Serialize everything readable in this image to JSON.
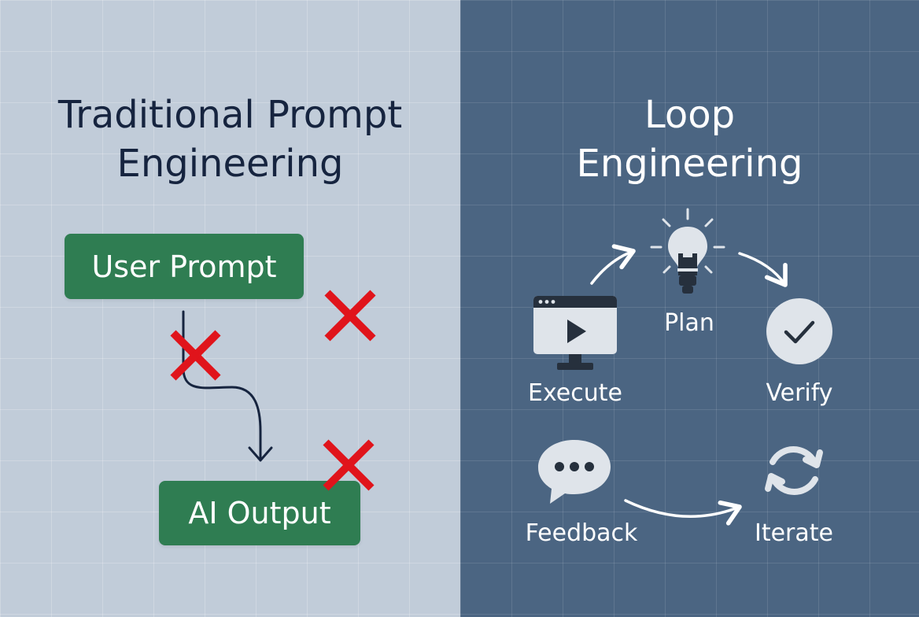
{
  "left_panel": {
    "title_line1": "Traditional Prompt",
    "title_line2": "Engineering",
    "user_box_label": "User Prompt",
    "output_box_label": "AI Output"
  },
  "right_panel": {
    "title_line1": "Loop",
    "title_line2": "Engineering",
    "steps": [
      {
        "label": "Plan",
        "icon": "lightbulb-icon"
      },
      {
        "label": "Verify",
        "icon": "checkmark-icon"
      },
      {
        "label": "Iterate",
        "icon": "refresh-icon"
      },
      {
        "label": "Feedback",
        "icon": "chat-bubble-icon"
      },
      {
        "label": "Execute",
        "icon": "monitor-play-icon"
      }
    ]
  },
  "colors": {
    "left_background": "#c1ccd9",
    "right_background": "#4b6582",
    "box_green": "#2f7d52",
    "title_dark": "#16243f",
    "cross_red": "#e0141b",
    "icon_light": "#dfe4ea"
  }
}
